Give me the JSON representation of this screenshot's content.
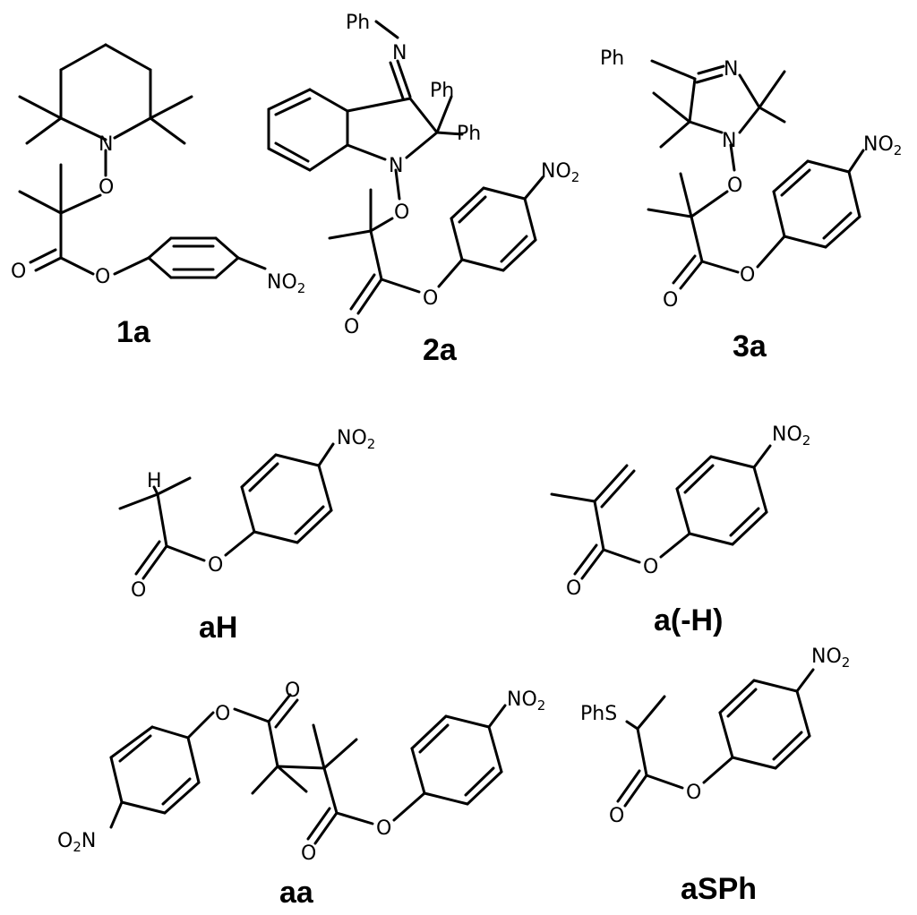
{
  "atom_labels": {
    "N": "N",
    "O": "O",
    "H": "H",
    "Ph": "Ph",
    "PhS": "PhS",
    "NO": "NO",
    "two": "2",
    "O2N_pre": "O",
    "O2N_post": "N"
  },
  "compounds": [
    {
      "id": "1a",
      "label": "1a"
    },
    {
      "id": "2a",
      "label": "2a"
    },
    {
      "id": "3a",
      "label": "3a"
    },
    {
      "id": "aH",
      "label": "aH"
    },
    {
      "id": "a-minus-H",
      "label": "a(-H)"
    },
    {
      "id": "aa",
      "label": "aa"
    },
    {
      "id": "aSPh",
      "label": "aSPh"
    }
  ]
}
